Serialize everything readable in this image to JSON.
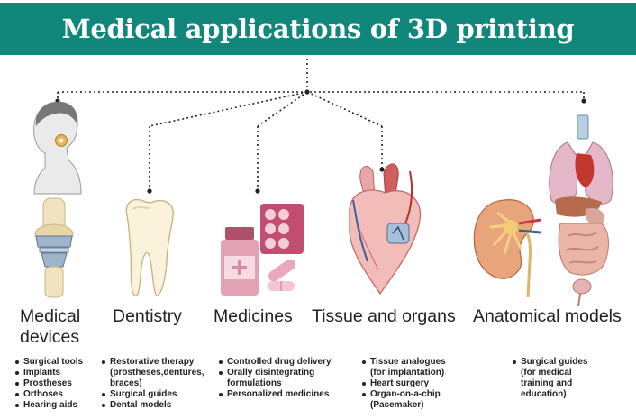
{
  "title": "Medical applications of 3D printing",
  "categories": [
    {
      "id": "medical-devices",
      "label_lines": [
        "Medical",
        "devices"
      ],
      "items": [
        "Surgical tools",
        "Implants",
        "Prostheses",
        "Orthoses",
        "Hearing aids"
      ]
    },
    {
      "id": "dentistry",
      "label_lines": [
        "Dentistry"
      ],
      "items": [
        "Restorative therapy",
        "(prostheses,dentures,",
        "braces)",
        "Surgical guides",
        "Dental models"
      ]
    },
    {
      "id": "medicines",
      "label_lines": [
        "Medicines"
      ],
      "items": [
        "Controlled drug delivery",
        "Orally disintegrating",
        "formulations",
        "Personalized medicines"
      ]
    },
    {
      "id": "tissue-organs",
      "label_lines": [
        "Tissue and organs"
      ],
      "items": [
        "Tissue analogues",
        "(for implantation)",
        "Heart surgery",
        "Organ-on-a-chip",
        "(Pacemaker)"
      ]
    },
    {
      "id": "anatomical-models",
      "label_lines": [
        "Anatomical models"
      ],
      "items": [
        "Surgical guides",
        "(for medical",
        "training and",
        "education)"
      ]
    }
  ],
  "colors": {
    "banner": "#10877a",
    "banner_text": "#ffffff",
    "connector": "#222222"
  },
  "icons": [
    "head-hearing-aid-icon",
    "knee-implant-icon",
    "tooth-icon",
    "pill-blister-icon",
    "medicine-bottle-icon",
    "capsule-icon",
    "heart-pacemaker-icon",
    "kidney-icon",
    "torso-organs-icon"
  ]
}
